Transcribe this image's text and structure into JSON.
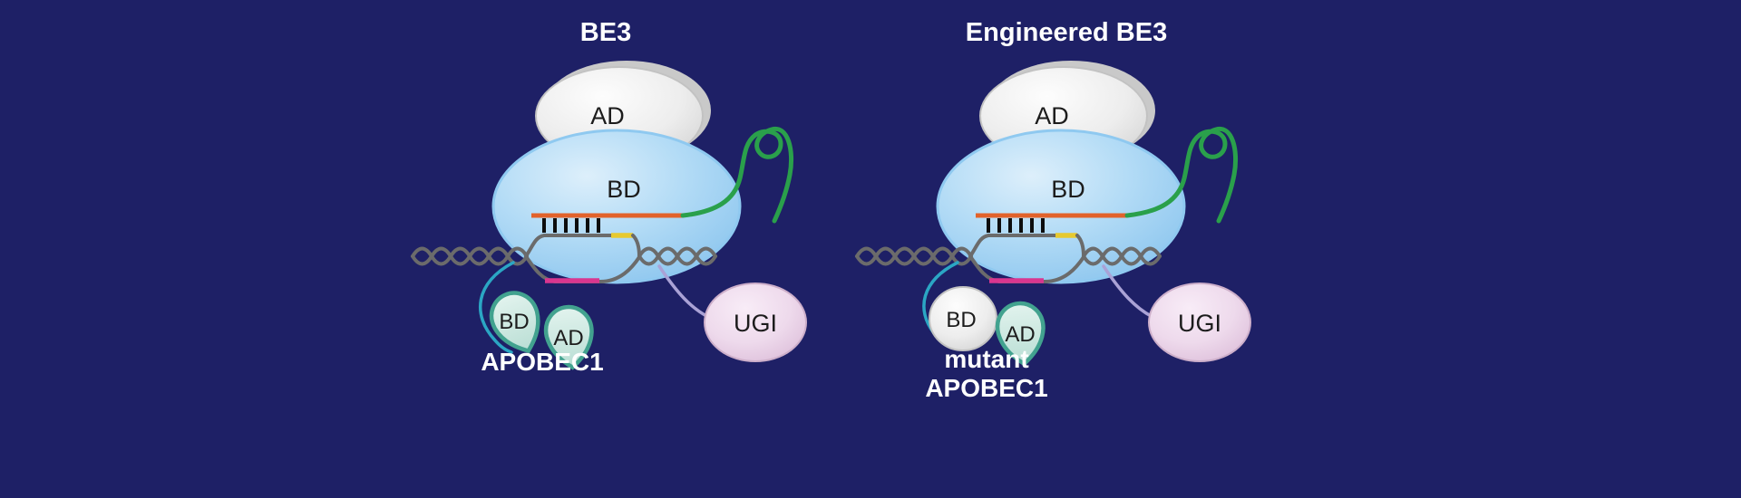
{
  "figure": {
    "left": {
      "title": "BE3",
      "cas9_ad_label": "AD",
      "cas9_bd_label": "BD",
      "apobec_bd_label": "BD",
      "apobec_ad_label": "AD",
      "apobec_name": "APOBEC1",
      "ugi_label": "UGI"
    },
    "right": {
      "title": "Engineered BE3",
      "cas9_ad_label": "AD",
      "cas9_bd_label": "BD",
      "apobec_bd_label": "BD",
      "apobec_ad_label": "AD",
      "apobec_name_line1": "mutant",
      "apobec_name_line2": "APOBEC1",
      "ugi_label": "UGI"
    },
    "colors": {
      "background": "#1e2066",
      "cas9_body_blue": "#a8d4f2",
      "ad_domain_gray": "#ececec",
      "sgRNA_scaffold_green": "#2aa04b",
      "sgRNA_spacer_orange": "#e2622b",
      "dna_gray": "#6b6b6b",
      "editing_window_pink": "#d9368f",
      "pam_yellow": "#e7c92f",
      "apobec_linker_teal": "#2ba6c4",
      "ugi_linker_lavender": "#aaa2d6",
      "apobec_leaf_teal": "#42a28f",
      "ugi_pink": "#eedaec"
    }
  }
}
